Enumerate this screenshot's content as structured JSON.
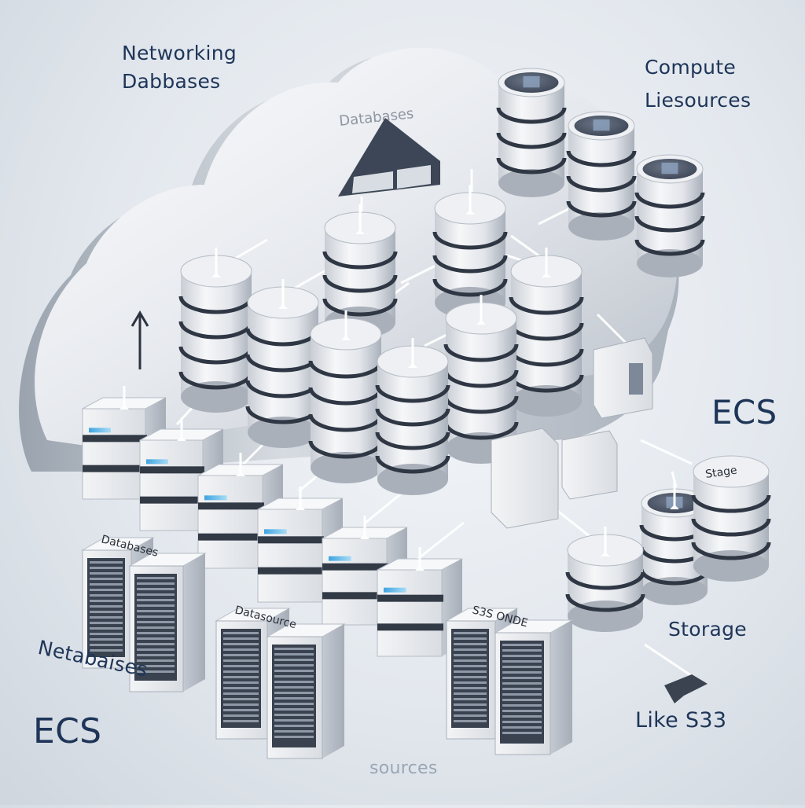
{
  "labels": {
    "top_left_line1": "Networking",
    "top_left_line2": "Dabbases",
    "top_right_line1": "Compute",
    "top_right_line2": "Liesources",
    "cloud_title": "Databases",
    "ecs_right": "ECS",
    "storage": "Storage",
    "like_s3": "Like  S33",
    "netabases": "Netabaises",
    "ecs_left": "ECS",
    "bottom_center": "sources",
    "server_stencil_1": "Databases",
    "server_stencil_2": "Datasource",
    "server_stencil_3": "S3S ONDE",
    "right_stack_stencil": "Stage"
  },
  "colors": {
    "ink": "#1e3558",
    "accent_blue": "#3fa4e0",
    "cylinder_top": "#4a5566"
  }
}
